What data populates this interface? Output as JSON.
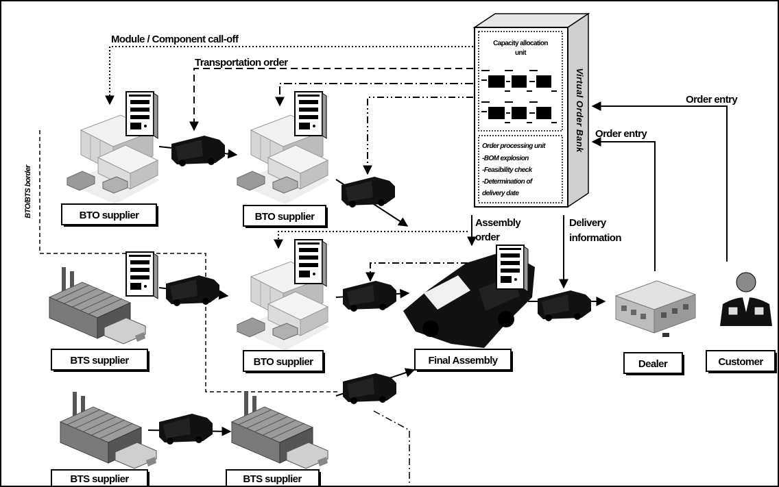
{
  "flows": {
    "call_off": "Module / Component call-off",
    "transportation_order": "Transportation order",
    "order_entry_customer": "Order entry",
    "order_entry_dealer": "Order entry",
    "assembly_order": [
      "Assembly",
      "order"
    ],
    "delivery_information": [
      "Delivery",
      "information"
    ],
    "border": "BTO/BTS border"
  },
  "virtual_order_bank": {
    "title": "Virtual Order Bank",
    "capacity_unit": [
      "Capacity allocation",
      "unit"
    ],
    "processing_unit": {
      "title": "Order processing unit",
      "steps": [
        "-BOM explosion",
        "-Feasibility check",
        "-Determination of",
        "delivery date"
      ]
    }
  },
  "nodes": {
    "bto_supplier_1": "BTO supplier",
    "bto_supplier_2": "BTO supplier",
    "bto_supplier_3": "BTO supplier",
    "bts_supplier_1": "BTS supplier",
    "bts_supplier_2": "BTS supplier",
    "bts_supplier_3": "BTS supplier",
    "final_assembly": "Final Assembly",
    "dealer": "Dealer",
    "customer": "Customer"
  },
  "icons": [
    "server-icon",
    "bto-factory-icon",
    "bts-factory-icon",
    "truck-icon",
    "car-icon",
    "dealer-building-icon",
    "customer-person-icon"
  ],
  "colors": {
    "line": "#000000",
    "background": "#ffffff",
    "building_light": "#d4d4d4",
    "building_dark": "#666666"
  }
}
